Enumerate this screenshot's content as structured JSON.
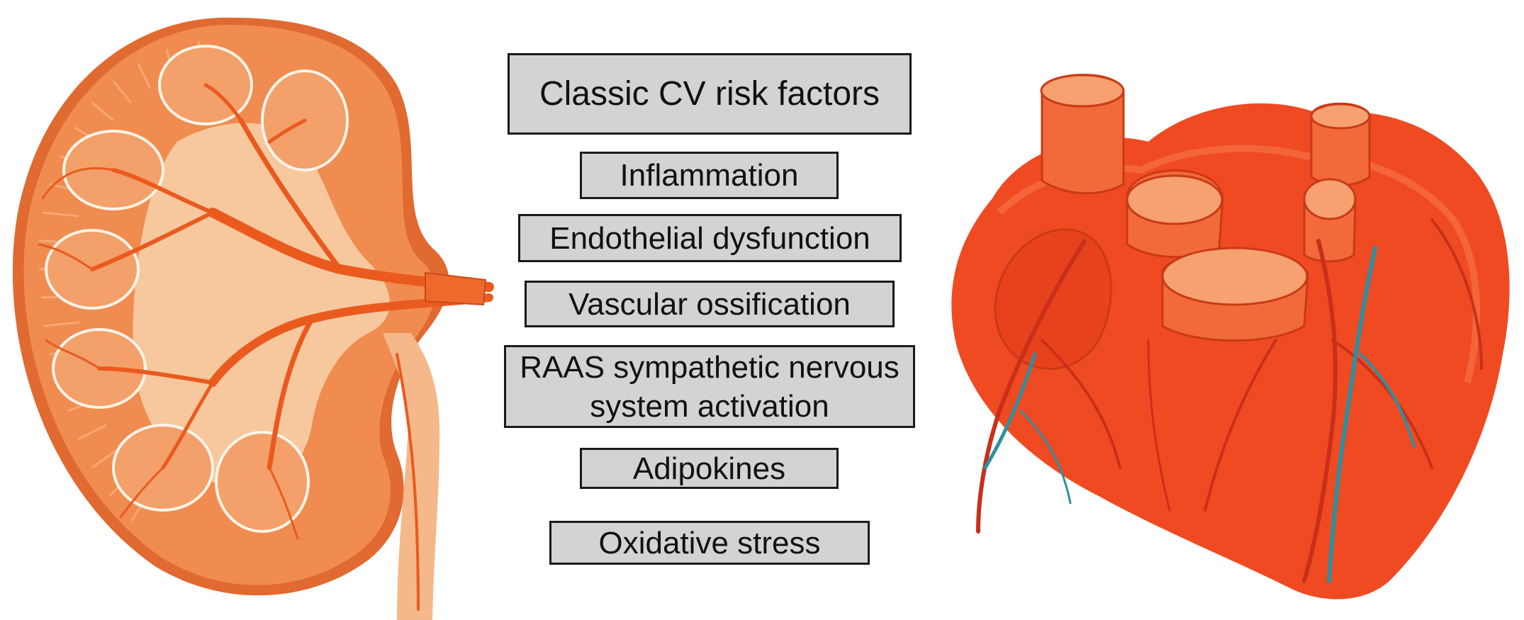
{
  "factors": [
    "Classic CV risk factors",
    "Inflammation",
    "Endothelial dysfunction",
    "Vascular ossification",
    "RAAS sympathetic nervous system activation",
    "Adipokines",
    "Oxidative stress"
  ],
  "colors": {
    "box_fill": "#d3d3d3",
    "box_border": "#1a1a1a",
    "kidney_cortex": "#f08c50",
    "kidney_vessel": "#ea5a1e",
    "kidney_medulla": "#f7c89d",
    "heart_body": "#f04a22",
    "heart_vein": "#2f8fa0"
  }
}
